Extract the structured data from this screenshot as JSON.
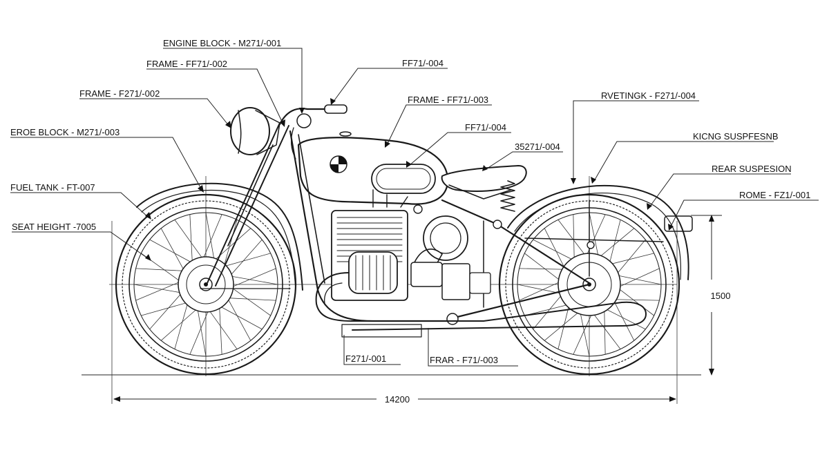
{
  "labels": {
    "engine_block_top": "ENGINE BLOCK - M271/-001",
    "frame_ff71_002": "FRAME - FF71/-002",
    "frame_f271_002": "FRAME - F271/-002",
    "eroe_block": "EROE BLOCK - M271/-003",
    "fuel_tank": "FUEL TANK - FT-007",
    "seat_height": "SEAT HEIGHT -7005",
    "ff71_004_top": "FF71/-004",
    "frame_ff71_003": "FRAME - FF71/-003",
    "ff71_004_mid": "FF71/-004",
    "code_35271": "35271/-004",
    "rvetingk": "RVETINGK - F271/-004",
    "kicng_suspension": "KICNG SUSPFESNB",
    "rear_suspension": "REAR SUSPESION",
    "rome": "ROME - FZ1/-001",
    "f271_001": "F271/-001",
    "frar": "FRAR - F71/-003"
  },
  "dimensions": {
    "length": "14200",
    "height": "1500"
  }
}
